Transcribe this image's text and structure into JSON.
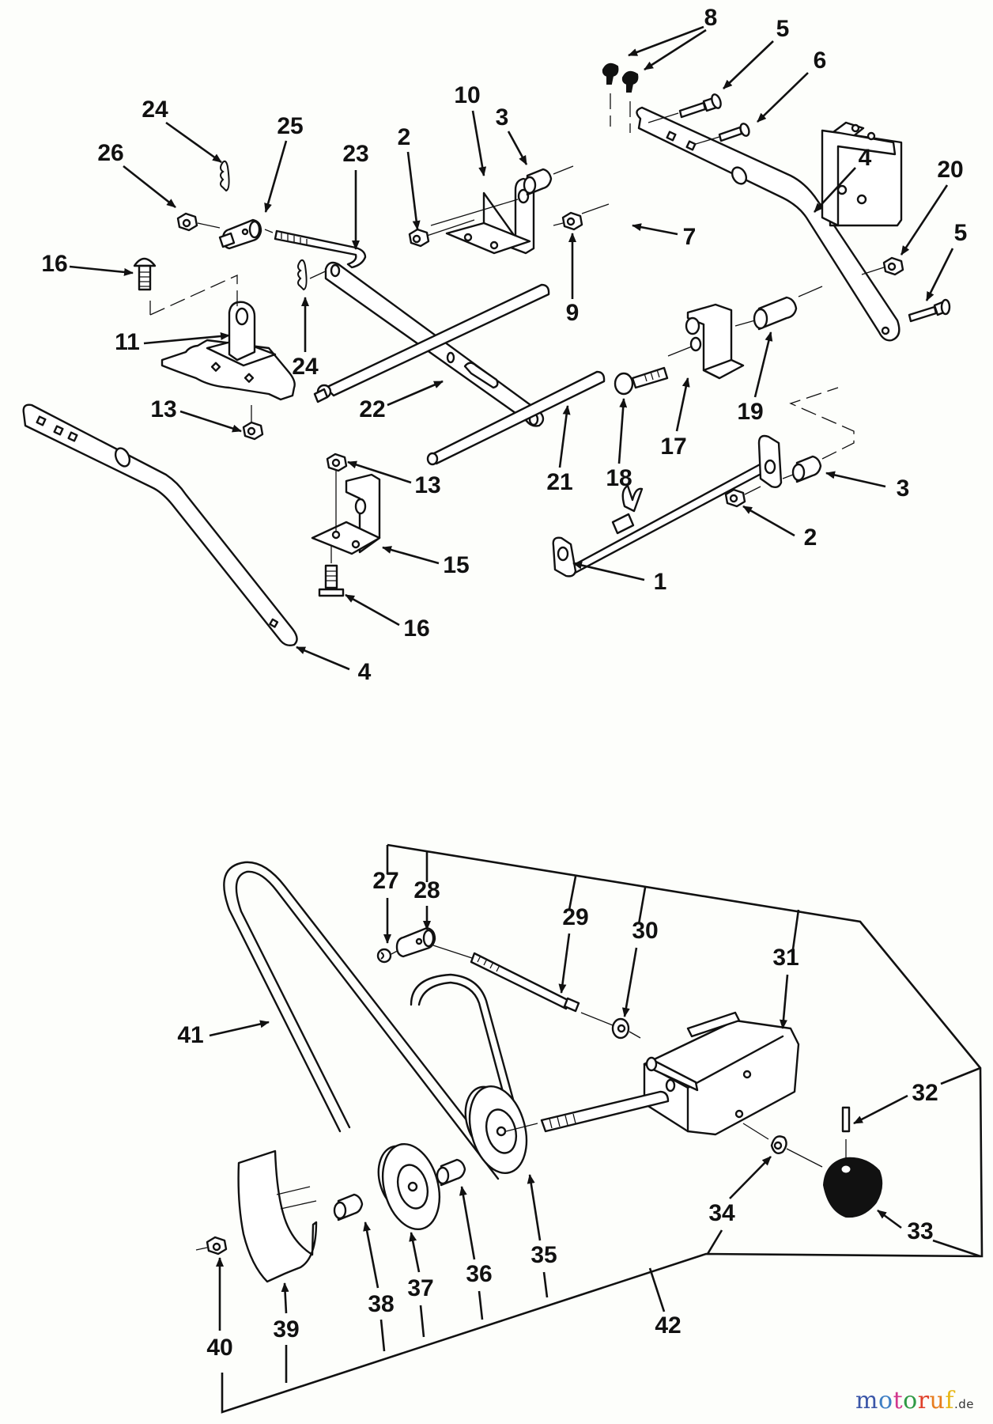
{
  "diagram": {
    "kind": "exploded parts diagram",
    "upper_assembly_labels": [
      "8",
      "5",
      "6",
      "24",
      "25",
      "26",
      "23",
      "2",
      "10",
      "3",
      "4",
      "20",
      "5",
      "16",
      "7",
      "9",
      "11",
      "24",
      "22",
      "19",
      "17",
      "13",
      "13",
      "21",
      "18",
      "3",
      "2",
      "15",
      "1",
      "16",
      "4"
    ],
    "lower_assembly_labels": [
      "27",
      "28",
      "29",
      "30",
      "31",
      "41",
      "32",
      "33",
      "34",
      "35",
      "36",
      "37",
      "38",
      "39",
      "40",
      "42"
    ],
    "parts": [
      {
        "ref": "1",
        "icon": "lift-shaft-icon"
      },
      {
        "ref": "2",
        "icon": "hex-nut-icon"
      },
      {
        "ref": "3",
        "icon": "spacer-icon"
      },
      {
        "ref": "4",
        "icon": "lift-arm-icon"
      },
      {
        "ref": "5",
        "icon": "bolt-icon"
      },
      {
        "ref": "6",
        "icon": "screw-icon"
      },
      {
        "ref": "7",
        "icon": "bracket-icon"
      },
      {
        "ref": "8",
        "icon": "rivet-icon"
      },
      {
        "ref": "9",
        "icon": "hex-nut-icon"
      },
      {
        "ref": "10",
        "icon": "angle-bracket-icon"
      },
      {
        "ref": "11",
        "icon": "mount-plate-icon"
      },
      {
        "ref": "13",
        "icon": "hex-nut-icon"
      },
      {
        "ref": "15",
        "icon": "angle-bracket-icon"
      },
      {
        "ref": "16",
        "icon": "carriage-bolt-icon"
      },
      {
        "ref": "17",
        "icon": "pivot-block-icon"
      },
      {
        "ref": "18",
        "icon": "carriage-bolt-icon"
      },
      {
        "ref": "19",
        "icon": "spacer-icon"
      },
      {
        "ref": "20",
        "icon": "hex-nut-icon"
      },
      {
        "ref": "21",
        "icon": "rod-icon"
      },
      {
        "ref": "22",
        "icon": "rod-icon"
      },
      {
        "ref": "23",
        "icon": "threaded-rod-icon"
      },
      {
        "ref": "24",
        "icon": "hair-pin-icon"
      },
      {
        "ref": "25",
        "icon": "swivel-icon"
      },
      {
        "ref": "26",
        "icon": "hex-nut-icon"
      },
      {
        "ref": "27",
        "icon": "e-ring-icon"
      },
      {
        "ref": "28",
        "icon": "swivel-icon"
      },
      {
        "ref": "29",
        "icon": "threaded-rod-icon"
      },
      {
        "ref": "30",
        "icon": "washer-icon"
      },
      {
        "ref": "31",
        "icon": "housing-icon"
      },
      {
        "ref": "32",
        "icon": "roll-pin-icon"
      },
      {
        "ref": "33",
        "icon": "knob-icon"
      },
      {
        "ref": "34",
        "icon": "washer-icon"
      },
      {
        "ref": "35",
        "icon": "pulley-icon"
      },
      {
        "ref": "36",
        "icon": "spacer-icon"
      },
      {
        "ref": "37",
        "icon": "pulley-icon"
      },
      {
        "ref": "38",
        "icon": "spacer-icon"
      },
      {
        "ref": "39",
        "icon": "belt-guard-icon"
      },
      {
        "ref": "40",
        "icon": "hex-nut-icon"
      },
      {
        "ref": "41",
        "icon": "v-belt-icon"
      },
      {
        "ref": "42",
        "icon": "kit-bracket-icon"
      }
    ]
  },
  "watermark": {
    "text": "motoruf",
    "tld": ".de",
    "letters": [
      {
        "ch": "m",
        "color": "#3b56a8"
      },
      {
        "ch": "o",
        "color": "#3e7fc4"
      },
      {
        "ch": "t",
        "color": "#d2378e"
      },
      {
        "ch": "o",
        "color": "#2f9a45"
      },
      {
        "ch": "r",
        "color": "#e0412a"
      },
      {
        "ch": "u",
        "color": "#e77d1f"
      },
      {
        "ch": "f",
        "color": "#e8b717"
      }
    ]
  }
}
